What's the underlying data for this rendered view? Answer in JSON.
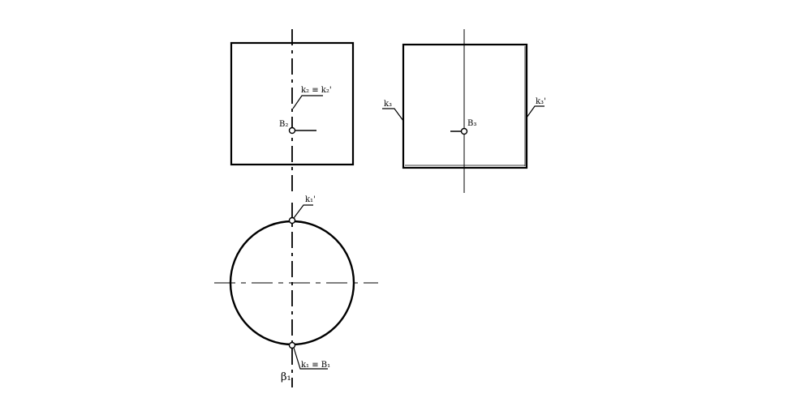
{
  "labels": {
    "front_axis_label": "k₂ ≡ k₂'",
    "front_point": "B₂",
    "side_left": "k₃",
    "side_right": "k₃'",
    "side_point": "B₃",
    "top_upper_point": "k₁'",
    "top_lower_point": "k₁ ≡ B₁",
    "plane_label": "β₁"
  },
  "colors": {
    "line": "#000000",
    "background": "#ffffff"
  }
}
